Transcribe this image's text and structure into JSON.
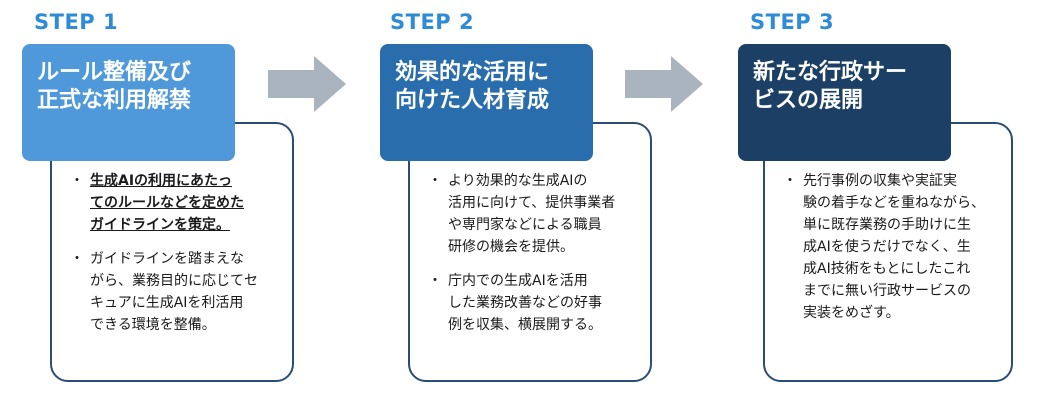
{
  "steps": [
    {
      "label": "STEP 1",
      "title": "ルール整備及び\n正式な利用解禁",
      "color": "#4F98D9",
      "bullets": [
        {
          "text": "生成AIの利用にあたっ\nてのルールなどを定めた\nガイドラインを策定。",
          "emphasis": true
        },
        {
          "text": "ガイドラインを踏まえな\nがら、業務目的に応じてセ\nキュアに生成AIを利活用\nできる環境を整備。",
          "emphasis": false
        }
      ]
    },
    {
      "label": "STEP 2",
      "title": "効果的な活用に\n向けた人材育成",
      "color": "#2A6DAD",
      "bullets": [
        {
          "text": "より効果的な生成AIの\n活用に向けて、提供事業者\nや専門家などによる職員\n研修の機会を提供。",
          "emphasis": false
        },
        {
          "text": "庁内での生成AIを活用\nした業務改善などの好事\n例を収集、横展開する。",
          "emphasis": false
        }
      ]
    },
    {
      "label": "STEP 3",
      "title": "新たな行政サー\nビスの展開",
      "color": "#1C3F66",
      "bullets": [
        {
          "text": "先行事例の収集や実証実\n験の着手などを重ねながら、\n単に既存業務の手助けに生\n成AIを使うだけでなく、生\n成AI技術をもとにしたこれ\nまでに無い行政サービスの\n実装をめざす。",
          "emphasis": false
        }
      ]
    }
  ],
  "bullet_symbol": "・",
  "arrow_color": "#A9B4BF"
}
